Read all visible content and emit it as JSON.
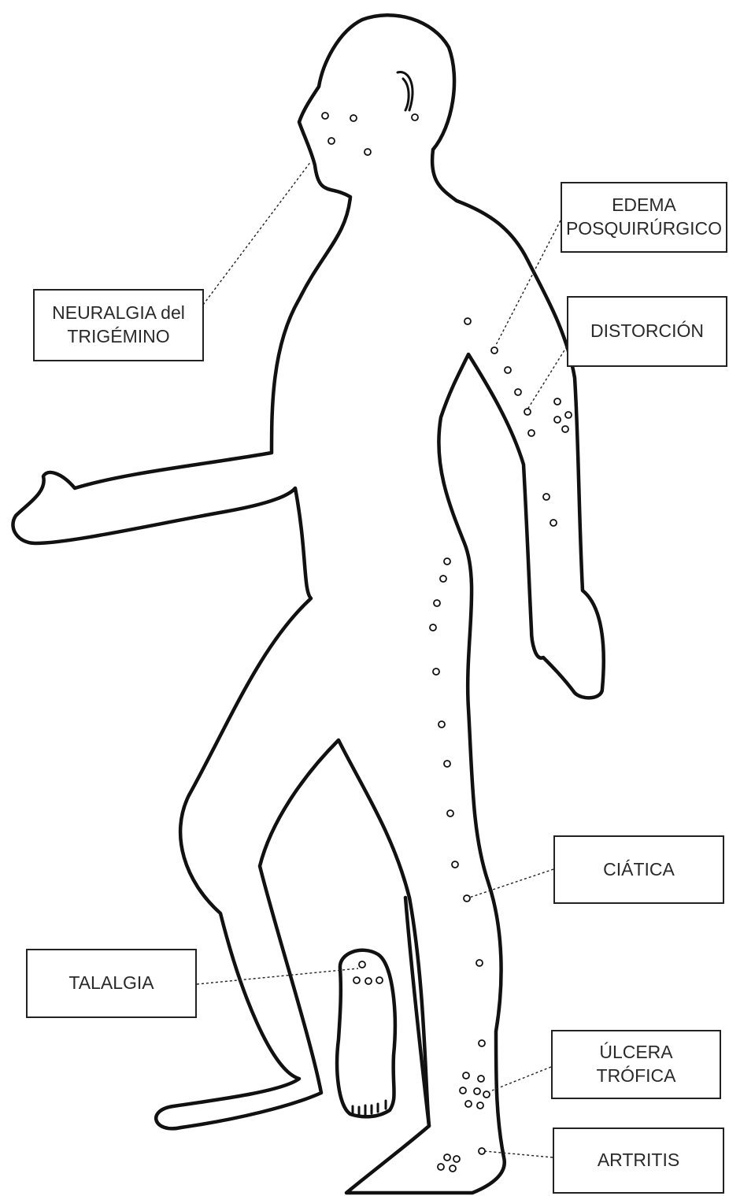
{
  "labels": {
    "neuralgia": "NEURALGIA del\nTRIGÉMINO",
    "edema": "EDEMA\nPOSQUIRÚRGICO",
    "distorcion": "DISTORCIÓN",
    "ciatica": "CIÁTICA",
    "talalgia": "TALALGIA",
    "ulcera": "ÚLCERA\nTRÓFICA",
    "artritis": "ARTRITIS"
  },
  "colors": {
    "outline": "#111111",
    "box_border": "#222222",
    "text": "#2a2a2a"
  }
}
